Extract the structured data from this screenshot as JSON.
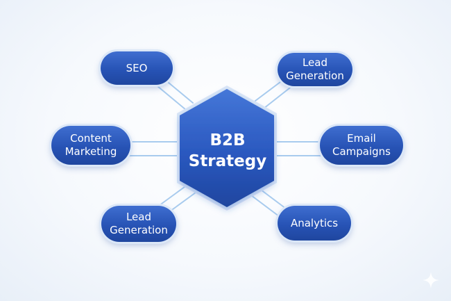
{
  "hub": {
    "label": "B2B\nStrategy",
    "color": "#2a58bf"
  },
  "nodes": [
    {
      "id": "seo",
      "label": "SEO"
    },
    {
      "id": "lead-generation-top",
      "label": "Lead\nGeneration"
    },
    {
      "id": "content-marketing",
      "label": "Content\nMarketing"
    },
    {
      "id": "email-campaigns",
      "label": "Email\nCampaigns"
    },
    {
      "id": "lead-generation-bottom",
      "label": "Lead\nGeneration"
    },
    {
      "id": "analytics",
      "label": "Analytics"
    }
  ],
  "colors": {
    "node": "#2a58bf",
    "connector": "#a8cbee",
    "background": "#f3f7fc"
  },
  "icons": {
    "corner": "sparkle-icon"
  }
}
